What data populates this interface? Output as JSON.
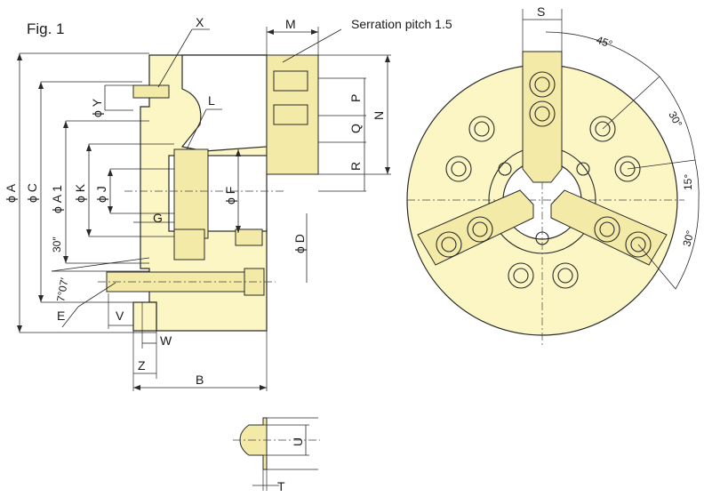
{
  "figure": {
    "title": "Fig. 1"
  },
  "annotations": {
    "serration": "Serration pitch 1.5"
  },
  "labels": {
    "X": "X",
    "M": "M",
    "S": "S",
    "L": "L",
    "Y": "ϕ Y",
    "P": "P",
    "Q": "Q",
    "N": "N",
    "R": "R",
    "A": "ϕ A",
    "C": "ϕ C",
    "A1": "ϕ A 1",
    "K": "ϕ K",
    "J": "ϕ J",
    "F": "ϕ F",
    "D": "ϕ D",
    "G": "G",
    "E": "E",
    "V": "V",
    "W": "W",
    "Z": "Z",
    "B": "B",
    "U": "U",
    "T": "T"
  },
  "angles": {
    "a45": "45°",
    "a30top": "30°",
    "a15": "15°",
    "a30right": "30°",
    "a30in": "30″",
    "a707": "7°07′"
  },
  "colors": {
    "body": "#fbf6c4",
    "line": "#2a2a2a"
  }
}
